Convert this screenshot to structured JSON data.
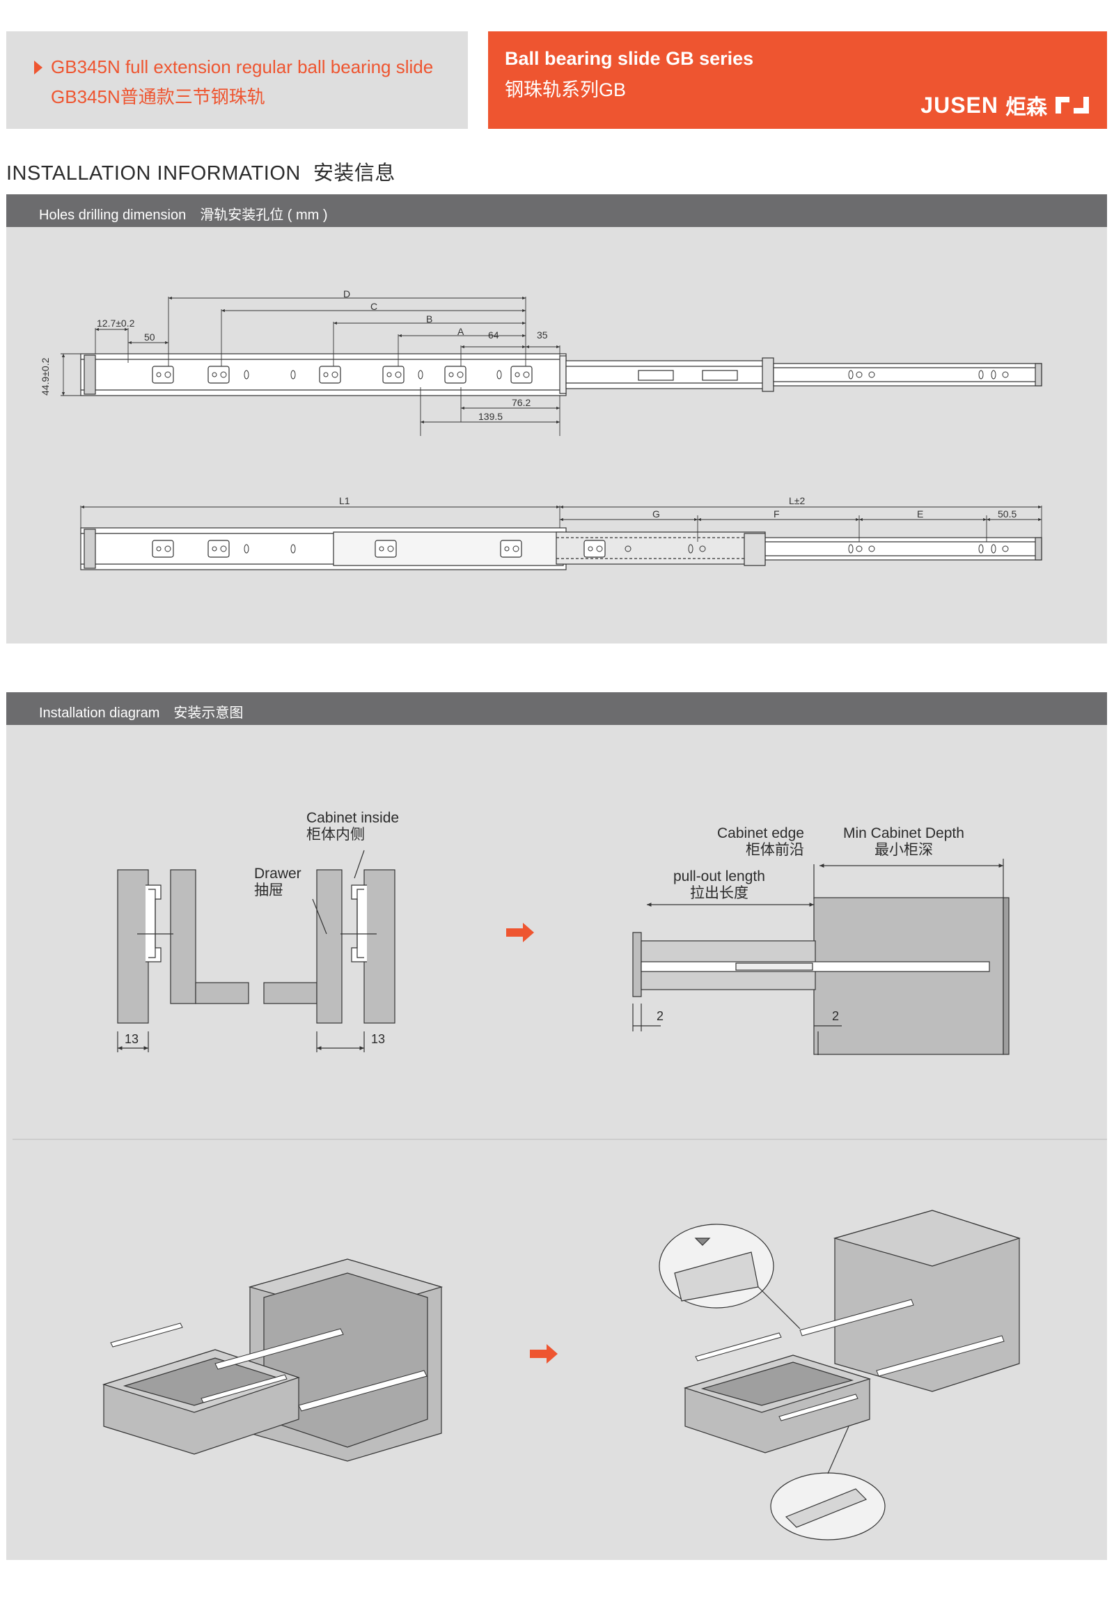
{
  "header": {
    "product_en": "GB345N full extension regular ball bearing slide",
    "product_cn": "GB345N普通款三节钢珠轨",
    "series_en": "Ball bearing slide GB series",
    "series_cn": "钢珠轨系列GB",
    "brand_en": "JUSEN",
    "brand_cn": "炬森"
  },
  "section": {
    "title_en": "INSTALLATION INFORMATION",
    "title_cn": "安装信息"
  },
  "holes_bar": "Holes drilling dimension　滑轨安装孔位 ( mm )",
  "install_bar": "Installation diagram　安装示意图",
  "dims_top": {
    "d": "D",
    "c": "C",
    "b": "B",
    "a": "A",
    "w12": "12.7±0.2",
    "w50": "50",
    "w64": "64",
    "w35": "35",
    "h449": "44.9±0.2",
    "w762": "76.2",
    "w1395": "139.5"
  },
  "dims_bottom": {
    "l1": "L1",
    "l2": "L±2",
    "g": "G",
    "f": "F",
    "e": "E",
    "w505": "50.5"
  },
  "diagram": {
    "cabinet_inside_en": "Cabinet inside",
    "cabinet_inside_cn": "柜体内侧",
    "drawer_en": "Drawer",
    "drawer_cn": "抽屉",
    "gap_left": "13",
    "gap_right": "13",
    "cabinet_edge_en": "Cabinet edge",
    "cabinet_edge_cn": "柜体前沿",
    "min_depth_en": "Min Cabinet Depth",
    "min_depth_cn": "最小柜深",
    "pullout_en": "pull-out length",
    "pullout_cn": "拉出长度",
    "gap_2a": "2",
    "gap_2b": "2"
  },
  "colors": {
    "accent": "#ee5530",
    "bar": "#6c6c6e",
    "panel": "#dfdfdf"
  }
}
